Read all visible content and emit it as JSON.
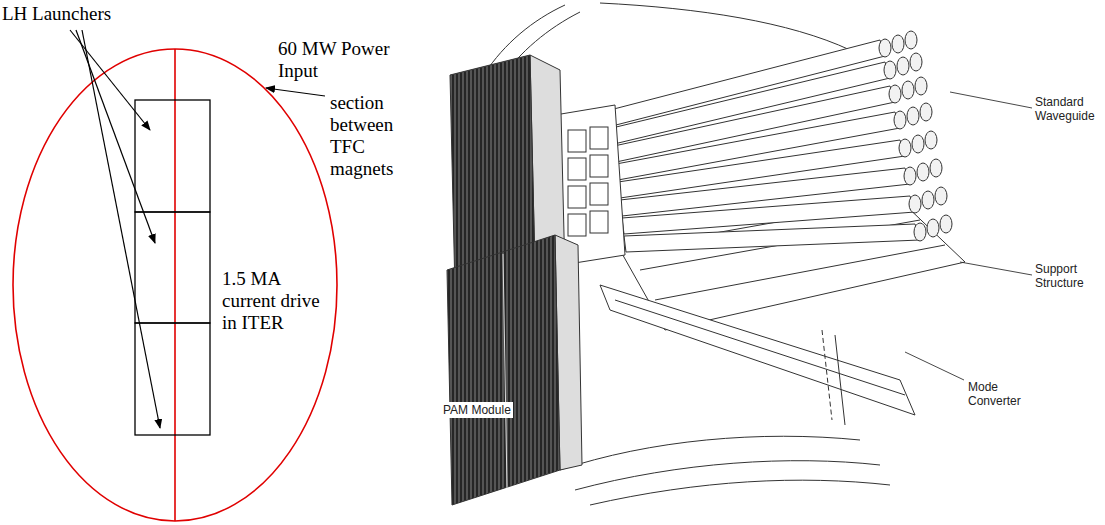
{
  "diagram": {
    "labels": [
      "LH Launchers",
      "60 MW Power Input",
      "section between TFC magnets",
      "1.5 MA current drive in ITER",
      "Standard Waveguide",
      "Support Structure",
      "Mode Converter",
      "PAM Module"
    ]
  }
}
